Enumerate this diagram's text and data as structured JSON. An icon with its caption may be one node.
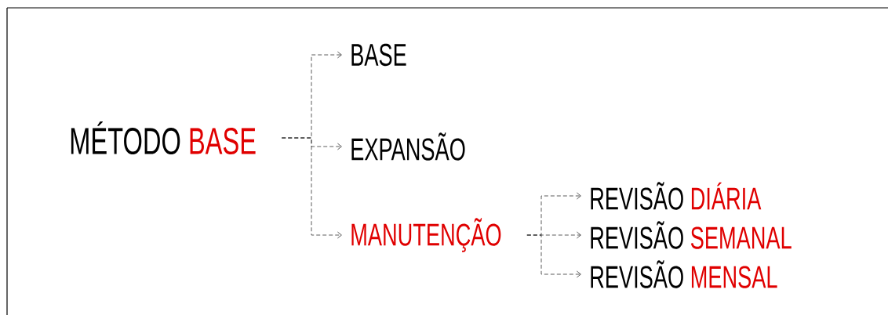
{
  "diagram": {
    "nodes": [
      {
        "text": [
          "MÉTODO",
          "BASE"
        ]
      },
      {
        "text": [
          "BASE"
        ]
      },
      {
        "text": [
          "EXPANSÃO"
        ]
      },
      {
        "text": [
          "MANUTENÇÃO"
        ]
      },
      {
        "text": [
          "REVISÃO",
          "DIÁRIA"
        ]
      },
      {
        "text": [
          "REVISÃO",
          "SEMANAL"
        ]
      },
      {
        "text": [
          "REVISÃO",
          "MENSAL"
        ]
      }
    ],
    "edges": [
      {
        "from": 0,
        "to": 1,
        "arrow": "to",
        "style": "dashed"
      },
      {
        "from": 0,
        "to": 2,
        "arrow": "to",
        "style": "dashed"
      },
      {
        "from": 0,
        "to": 3,
        "arrow": "to",
        "style": "dashed"
      },
      {
        "from": 3,
        "to": 4,
        "arrow": "to",
        "style": "dashed"
      },
      {
        "from": 3,
        "to": 5,
        "arrow": "to",
        "style": "dashed"
      },
      {
        "from": 3,
        "to": 6,
        "arrow": "to",
        "style": "dashed"
      }
    ]
  }
}
